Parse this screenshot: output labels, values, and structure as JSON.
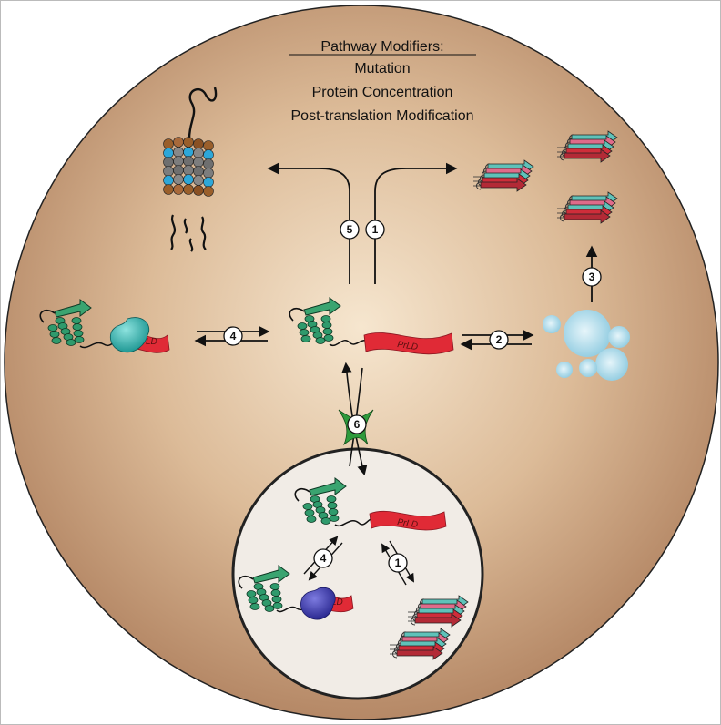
{
  "modifiers": {
    "heading": "Pathway Modifiers:",
    "items": [
      "Mutation",
      "Protein Concentration",
      "Post-translation Modification"
    ]
  },
  "steps": {
    "s1_top": "1",
    "s5": "5",
    "s4_left": "4",
    "s2": "2",
    "s3": "3",
    "s6": "6",
    "s4_nucleus": "4",
    "s1_nucleus": "1"
  },
  "labels": {
    "pld": "PrLD"
  },
  "colors": {
    "cell_outer": "#b98d68",
    "cell_center": "#f3e1c8",
    "nucleus_fill": "#f1ece6",
    "helix_green": "#2f9a6c",
    "pld_red": "#e02a36",
    "partner_teal": "#2bb6b3",
    "partner_blue": "#3d3cb0",
    "droplet_blue": "#a9d8e6",
    "fibril_red": "#cf2d3a",
    "fibril_teal": "#5fc2b9"
  }
}
